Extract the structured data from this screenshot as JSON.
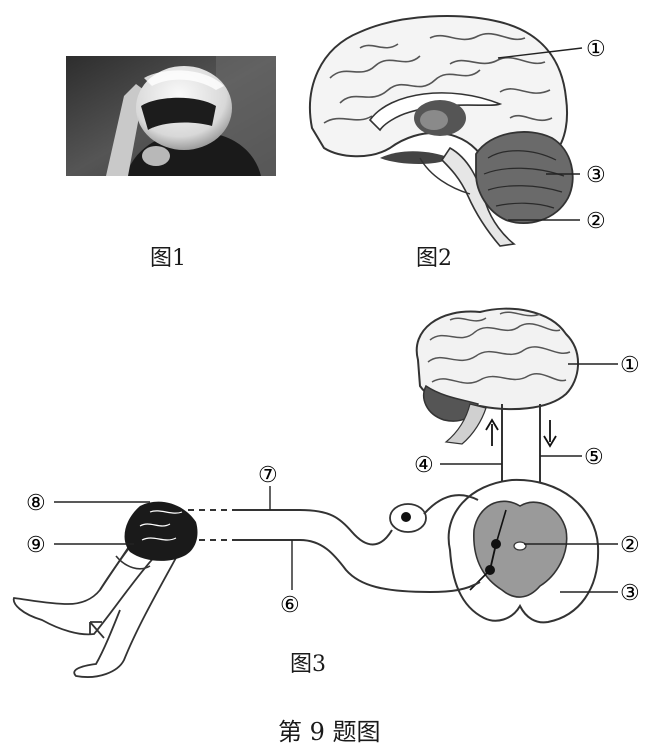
{
  "figure1": {
    "caption": "图1"
  },
  "figure2": {
    "caption": "图2",
    "labels": {
      "l1": "①",
      "l2": "②",
      "l3": "③"
    }
  },
  "figure3": {
    "caption": "图3",
    "labels": {
      "l1": "①",
      "l2": "②",
      "l3": "③",
      "l4": "④",
      "l5": "⑤",
      "l6": "⑥",
      "l7": "⑦",
      "l8": "⑧",
      "l9": "⑨"
    }
  },
  "main_caption": "第 9 题图"
}
